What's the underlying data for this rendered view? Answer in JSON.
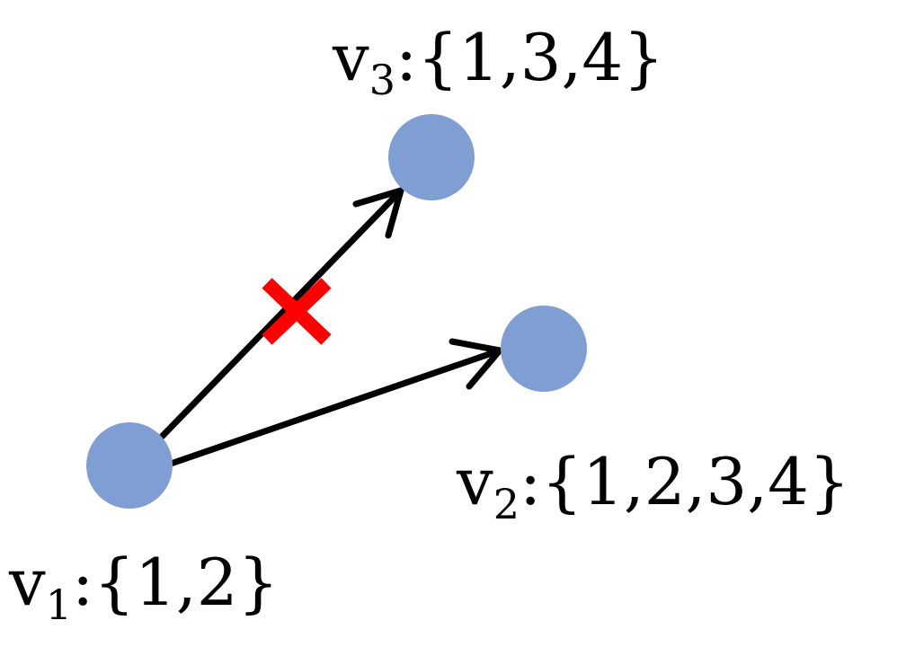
{
  "colors": {
    "node_fill": "#7f9fd4",
    "edge_stroke": "#000000",
    "blocked_marker": "#ff0000"
  },
  "nodes": {
    "v1": {
      "symbol": "v",
      "index": "1",
      "set": ":{1,2}"
    },
    "v2": {
      "symbol": "v",
      "index": "2",
      "set": ":{1,2,3,4}"
    },
    "v3": {
      "symbol": "v",
      "index": "3",
      "set": ":{1,3,4}"
    }
  },
  "edges": [
    {
      "from": "v1",
      "to": "v3",
      "blocked": true
    },
    {
      "from": "v1",
      "to": "v2",
      "blocked": false
    }
  ],
  "icons": {
    "blocked_marker": "cross-mark-icon",
    "arrowhead": "arrowhead-icon"
  }
}
